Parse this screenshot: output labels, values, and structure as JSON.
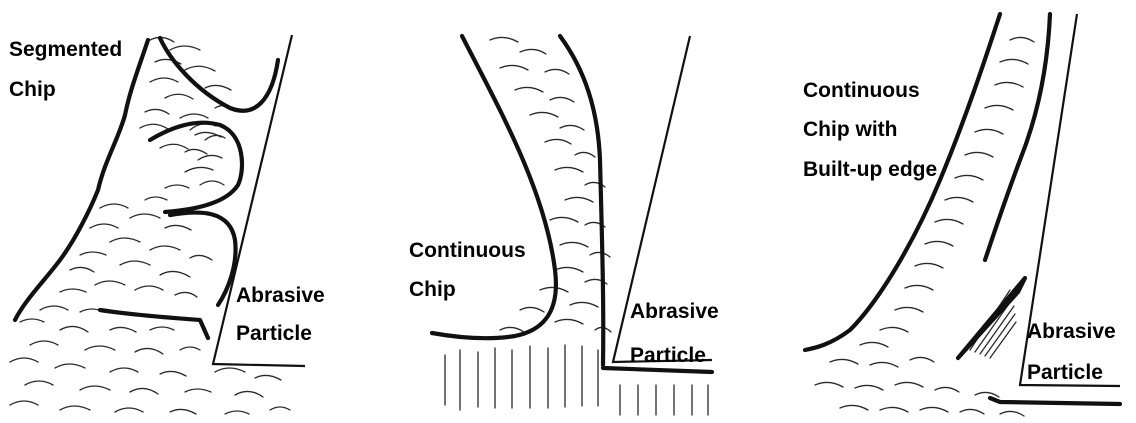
{
  "panels": [
    {
      "label_lines": [
        "Segmented",
        "Chip"
      ],
      "particle_lines": [
        "Abrasive",
        "Particle"
      ]
    },
    {
      "label_lines": [
        "Continuous",
        "Chip"
      ],
      "particle_lines": [
        "Abrasive",
        "Particle"
      ]
    },
    {
      "label_lines": [
        "Continuous",
        "Chip with",
        "Built-up edge"
      ],
      "particle_lines": [
        "Abrasive",
        "Particle"
      ]
    }
  ]
}
